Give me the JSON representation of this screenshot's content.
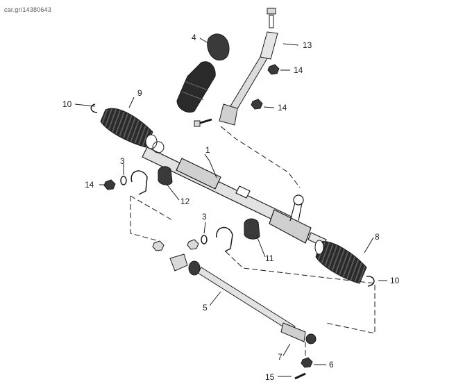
{
  "watermark": "car.gr/14380643",
  "callouts": {
    "c1": "1",
    "c3a": "3",
    "c3b": "3",
    "c4": "4",
    "c5": "5",
    "c6": "6",
    "c7": "7",
    "c8": "8",
    "c9": "9",
    "c10a": "10",
    "c10b": "10",
    "c11": "11",
    "c12": "12",
    "c13": "13",
    "c14a": "14",
    "c14b": "14",
    "c14c": "14",
    "c15": "15"
  },
  "colors": {
    "line": "#1a1a1a",
    "rubber": "#2a2a2a",
    "metal": "#d9d9d9"
  }
}
